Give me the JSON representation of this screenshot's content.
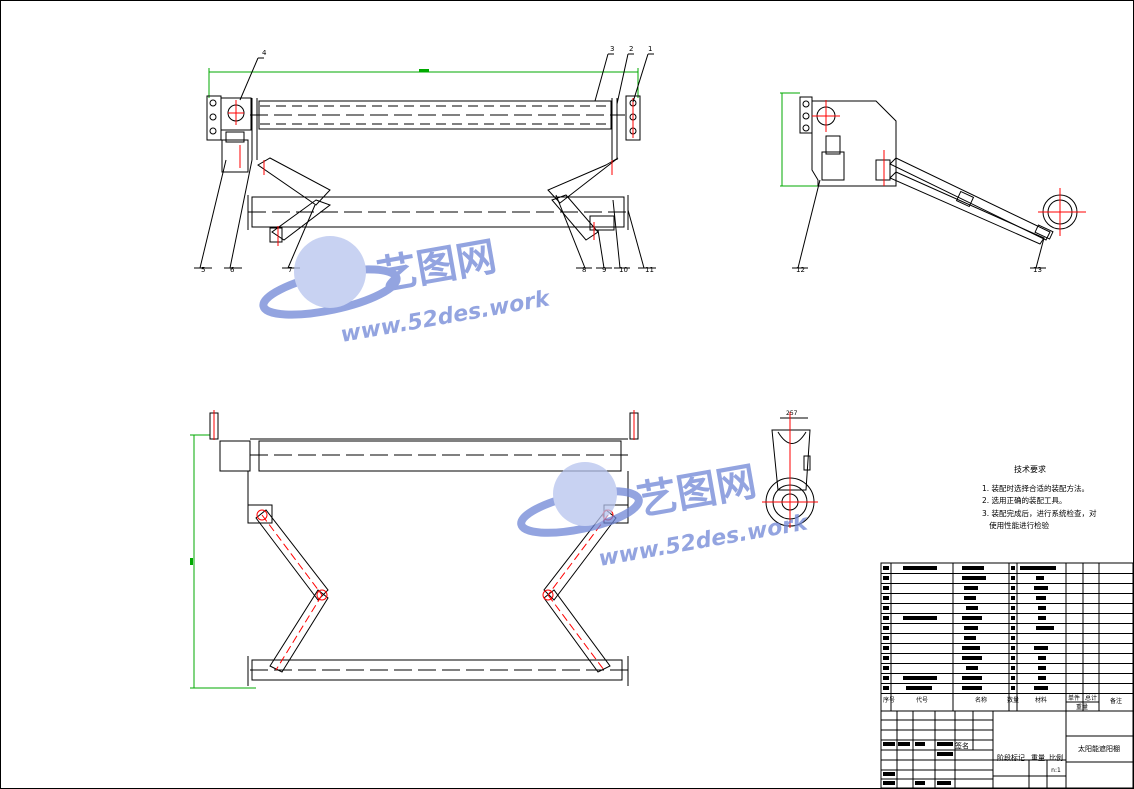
{
  "watermark": {
    "brand": "艺图网",
    "url": "www.52des.work",
    "url_short": "www.52des.work",
    "color": "#6f86d6"
  },
  "colors": {
    "line": "#000000",
    "center_line": "#ff0000",
    "dimension": "#00aa00"
  },
  "technical_requirements": {
    "title": "技术要求",
    "items": [
      "1. 装配时选择合适的装配方法。",
      "2. 选用正确的装配工具。",
      "3. 装配完成后，进行系统检查，对",
      "   使用性能进行检验"
    ]
  },
  "callouts": {
    "front_top": [
      "4",
      "3",
      "2",
      "1"
    ],
    "front_bottom": [
      "5",
      "6",
      "7",
      "8",
      "9",
      "10",
      "11"
    ],
    "side_bottom": [
      "12",
      "13"
    ]
  },
  "section_label": "257",
  "title_block": {
    "drawing_name": "太阳能遮阳棚",
    "signature_label": "签名",
    "stage_label": "阶段标记",
    "weight_label": "重量",
    "scale_label": "比例",
    "scale_value": "n:1",
    "header": {
      "no": "序号",
      "code": "代号",
      "name": "名称",
      "qty": "数量",
      "material": "材料",
      "unit_weight": "单件",
      "total_weight": "总计",
      "weight": "重量",
      "remark": "备注"
    }
  }
}
